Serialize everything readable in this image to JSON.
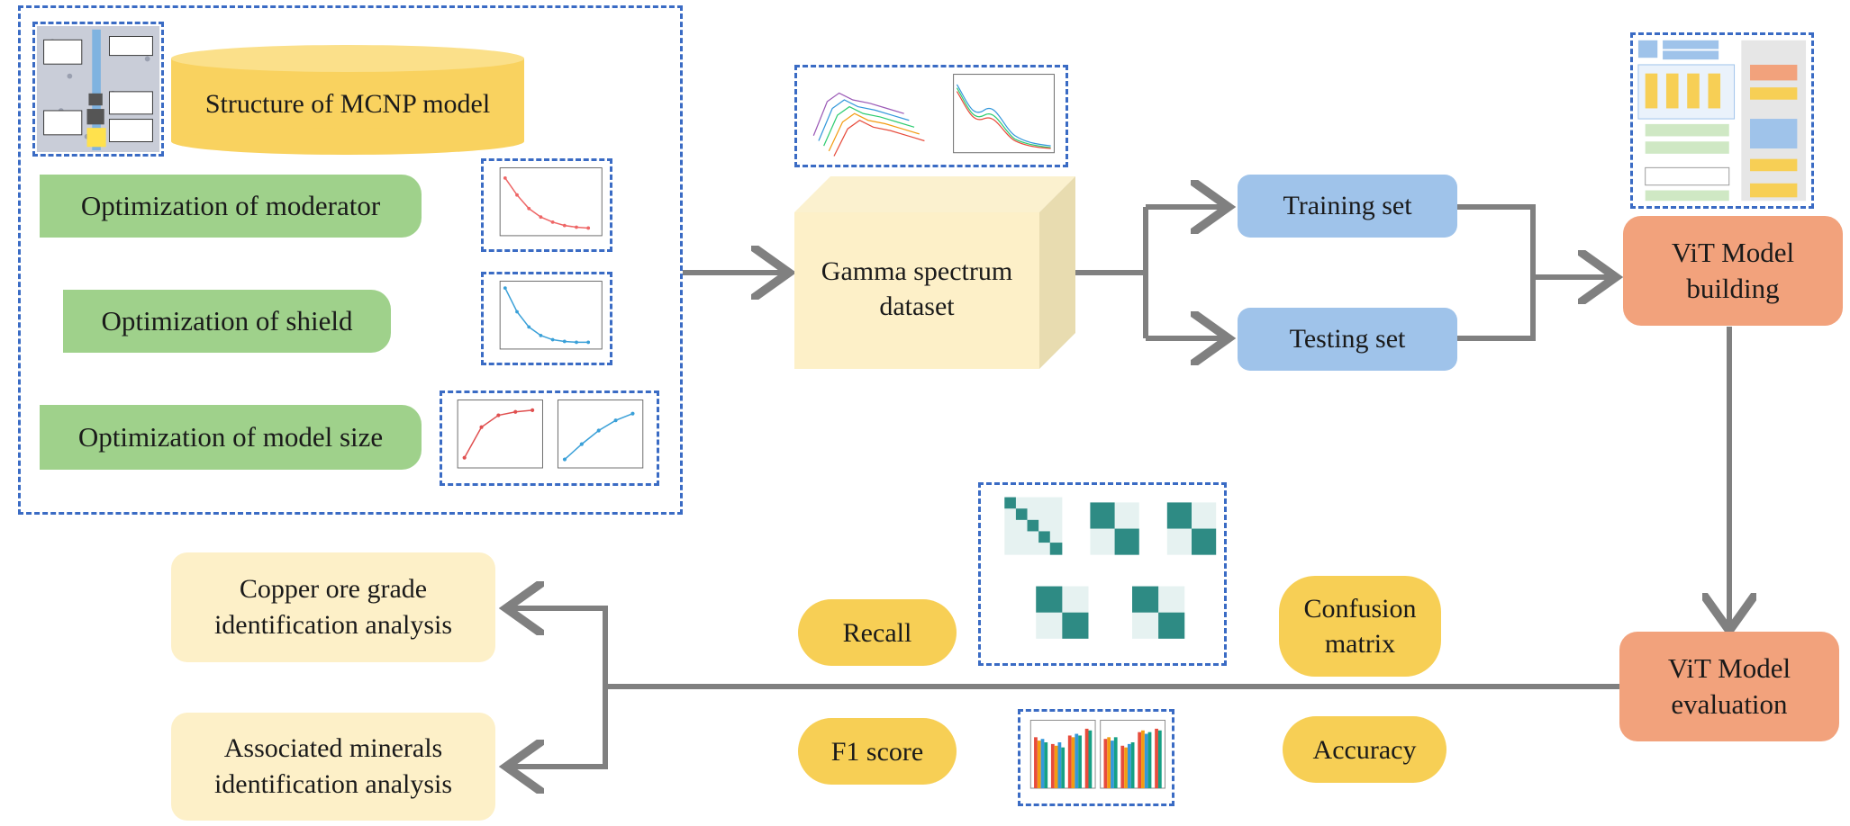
{
  "mcnp": {
    "structure_label": "Structure of MCNP model",
    "steps": [
      {
        "label": "Optimization of moderator"
      },
      {
        "label": "Optimization of shield"
      },
      {
        "label": "Optimization of model size"
      }
    ]
  },
  "dataset": {
    "label": "Gamma spectrum\ndataset"
  },
  "split": {
    "training_label": "Training set",
    "testing_label": "Testing set"
  },
  "vit": {
    "building_label": "ViT Model\nbuilding",
    "evaluation_label": "ViT Model\nevaluation"
  },
  "metrics": {
    "recall": "Recall",
    "f1": "F1 score",
    "confusion": "Confusion\nmatrix",
    "accuracy": "Accuracy"
  },
  "outputs": {
    "copper": "Copper ore grade\nidentification analysis",
    "associated": "Associated minerals\nidentification analysis"
  },
  "colors": {
    "dashed_border": "#3a6bc4",
    "green": "#9fd18b",
    "blue": "#9fc3ea",
    "orange": "#f2a27c",
    "cream": "#fdf0c8",
    "pill": "#f7cf55",
    "cylinder": "#f9d25f",
    "arrow": "#808080"
  }
}
